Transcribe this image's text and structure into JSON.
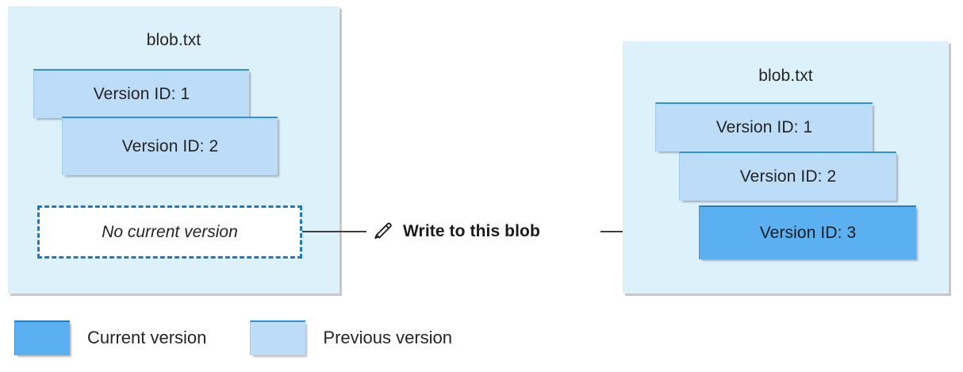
{
  "diagram": {
    "left_panel": {
      "title": "blob.txt",
      "versions": [
        {
          "label": "Version ID: 1",
          "state": "previous"
        },
        {
          "label": "Version ID: 2",
          "state": "previous"
        }
      ],
      "no_current_version_label": "No current version"
    },
    "right_panel": {
      "title": "blob.txt",
      "versions": [
        {
          "label": "Version ID: 1",
          "state": "previous"
        },
        {
          "label": "Version ID: 2",
          "state": "previous"
        },
        {
          "label": "Version ID: 3",
          "state": "current"
        }
      ]
    },
    "annotation": {
      "icon": "pencil-icon",
      "label": "Write to this blob"
    }
  },
  "legend": {
    "items": [
      {
        "label": "Current version",
        "color": "#5bb0f2"
      },
      {
        "label": "Previous version",
        "color": "#bcdcf7"
      }
    ]
  },
  "colors": {
    "panel_background": "#ddf1fb",
    "current_version": "#5bb0f2",
    "previous_version": "#bcdcf7",
    "dashed_border": "#1a7ac4",
    "connector": "#3f3f3f",
    "text": "#242424"
  }
}
